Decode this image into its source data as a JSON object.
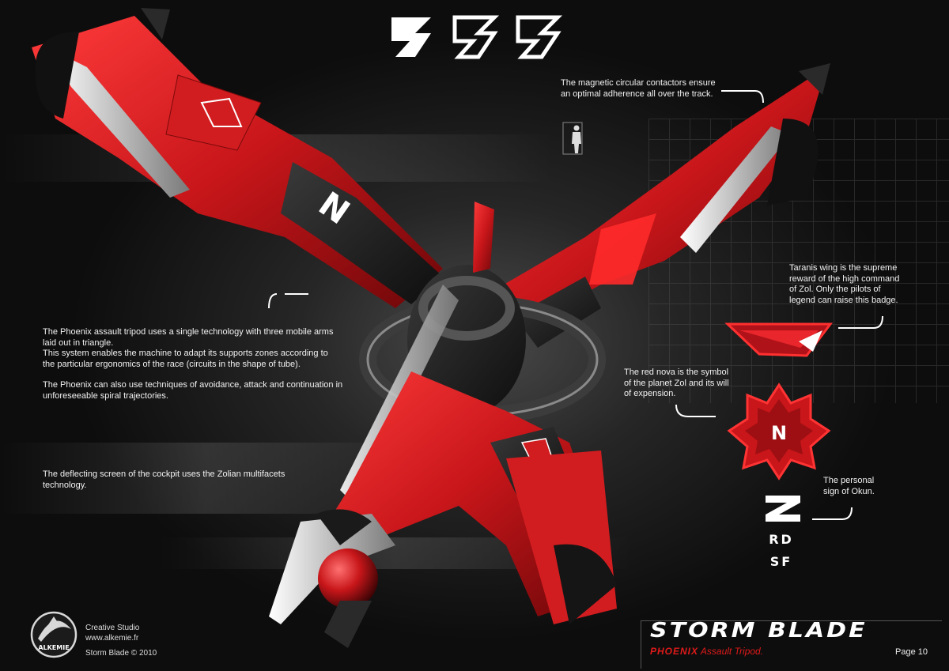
{
  "header": {
    "glyphs": [
      "5",
      "5",
      "5"
    ]
  },
  "annotations": {
    "magnetic": [
      "The magnetic circular contactors ensure",
      "an optimal adherence all over the track."
    ],
    "taranis": [
      "Taranis wing is the supreme",
      "reward of the high command",
      "of Zol. Only the pilots of",
      "legend can raise this badge."
    ],
    "nova": [
      "The red nova is the symbol",
      "of the planet Zol and its will",
      "of expension."
    ],
    "okun": [
      "The personal",
      "sign of Okun."
    ],
    "phoenix_p1": [
      "The Phoenix assault tripod uses a single technology with three mobile arms",
      "laid out in triangle.",
      "This system enables the machine to adapt its supports zones according to",
      "the particular ergonomics of the race (circuits in the shape of tube)."
    ],
    "phoenix_p2": [
      "The Phoenix can also use techniques of avoidance, attack and continuation in",
      "unforeseeable spiral trajectories."
    ],
    "cockpit": [
      "The deflecting screen of the cockpit uses the Zolian multifacets",
      "technology."
    ]
  },
  "emblems": {
    "nova_letter": "N",
    "okun_big": "Z",
    "okun_row1": "RD",
    "okun_row2": "SF",
    "arm_letter": "N"
  },
  "footer": {
    "logo_text": "ALKEMIE",
    "studio": "Creative Studio",
    "url": "www.alkemie.fr",
    "copyright": "Storm Blade © 2010",
    "brand": "STORM BLADE",
    "subtitle_accent": "PHOENIX",
    "subtitle_rest": "Assault Tripod.",
    "page": "Page 10"
  },
  "colors": {
    "accent_red": "#e01a1a",
    "body_red": "#c8161a",
    "dark_armor": "#1c1c1c"
  }
}
